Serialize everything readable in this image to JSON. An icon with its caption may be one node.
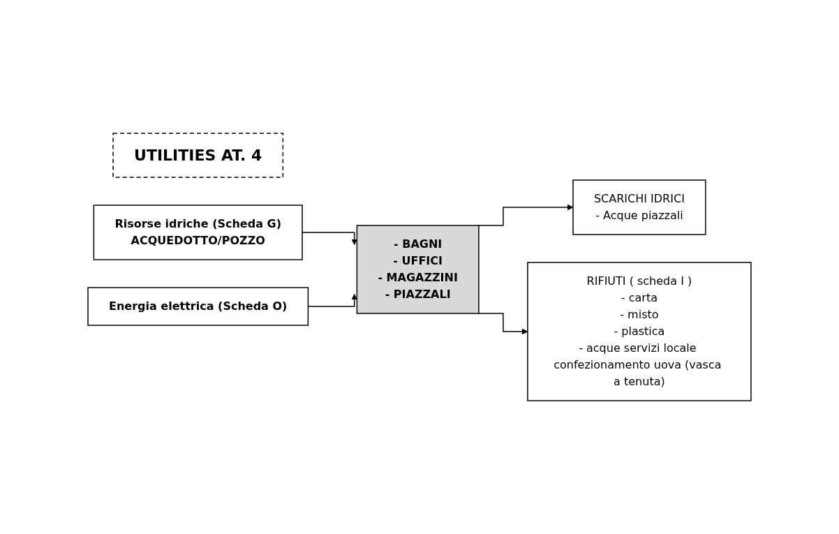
{
  "diagram": {
    "nodes": [
      {
        "text": [
          "UTILITIES AT. 4"
        ]
      },
      {
        "text": [
          "Risorse idriche (Scheda G)",
          "ACQUEDOTTO/POZZO"
        ]
      },
      {
        "text": [
          "Energia elettrica (Scheda O)"
        ]
      },
      {
        "text": [
          "- BAGNI",
          "- UFFICI",
          "- MAGAZZINI",
          "- PIAZZALI"
        ]
      },
      {
        "text": [
          "SCARICHI IDRICI",
          "- Acque piazzali"
        ]
      },
      {
        "text": [
          "RIFIUTI ( scheda I )",
          "- carta",
          "- misto",
          "- plastica",
          "- acque servizi locale confezionamento uova (vasca a tenuta)"
        ]
      }
    ],
    "edges": [
      {
        "from": 1,
        "to": 3,
        "arrow": "to"
      },
      {
        "from": 2,
        "to": 3,
        "arrow": "to"
      },
      {
        "from": 3,
        "to": 4,
        "arrow": "to"
      },
      {
        "from": 3,
        "to": 5,
        "arrow": "to"
      }
    ]
  }
}
